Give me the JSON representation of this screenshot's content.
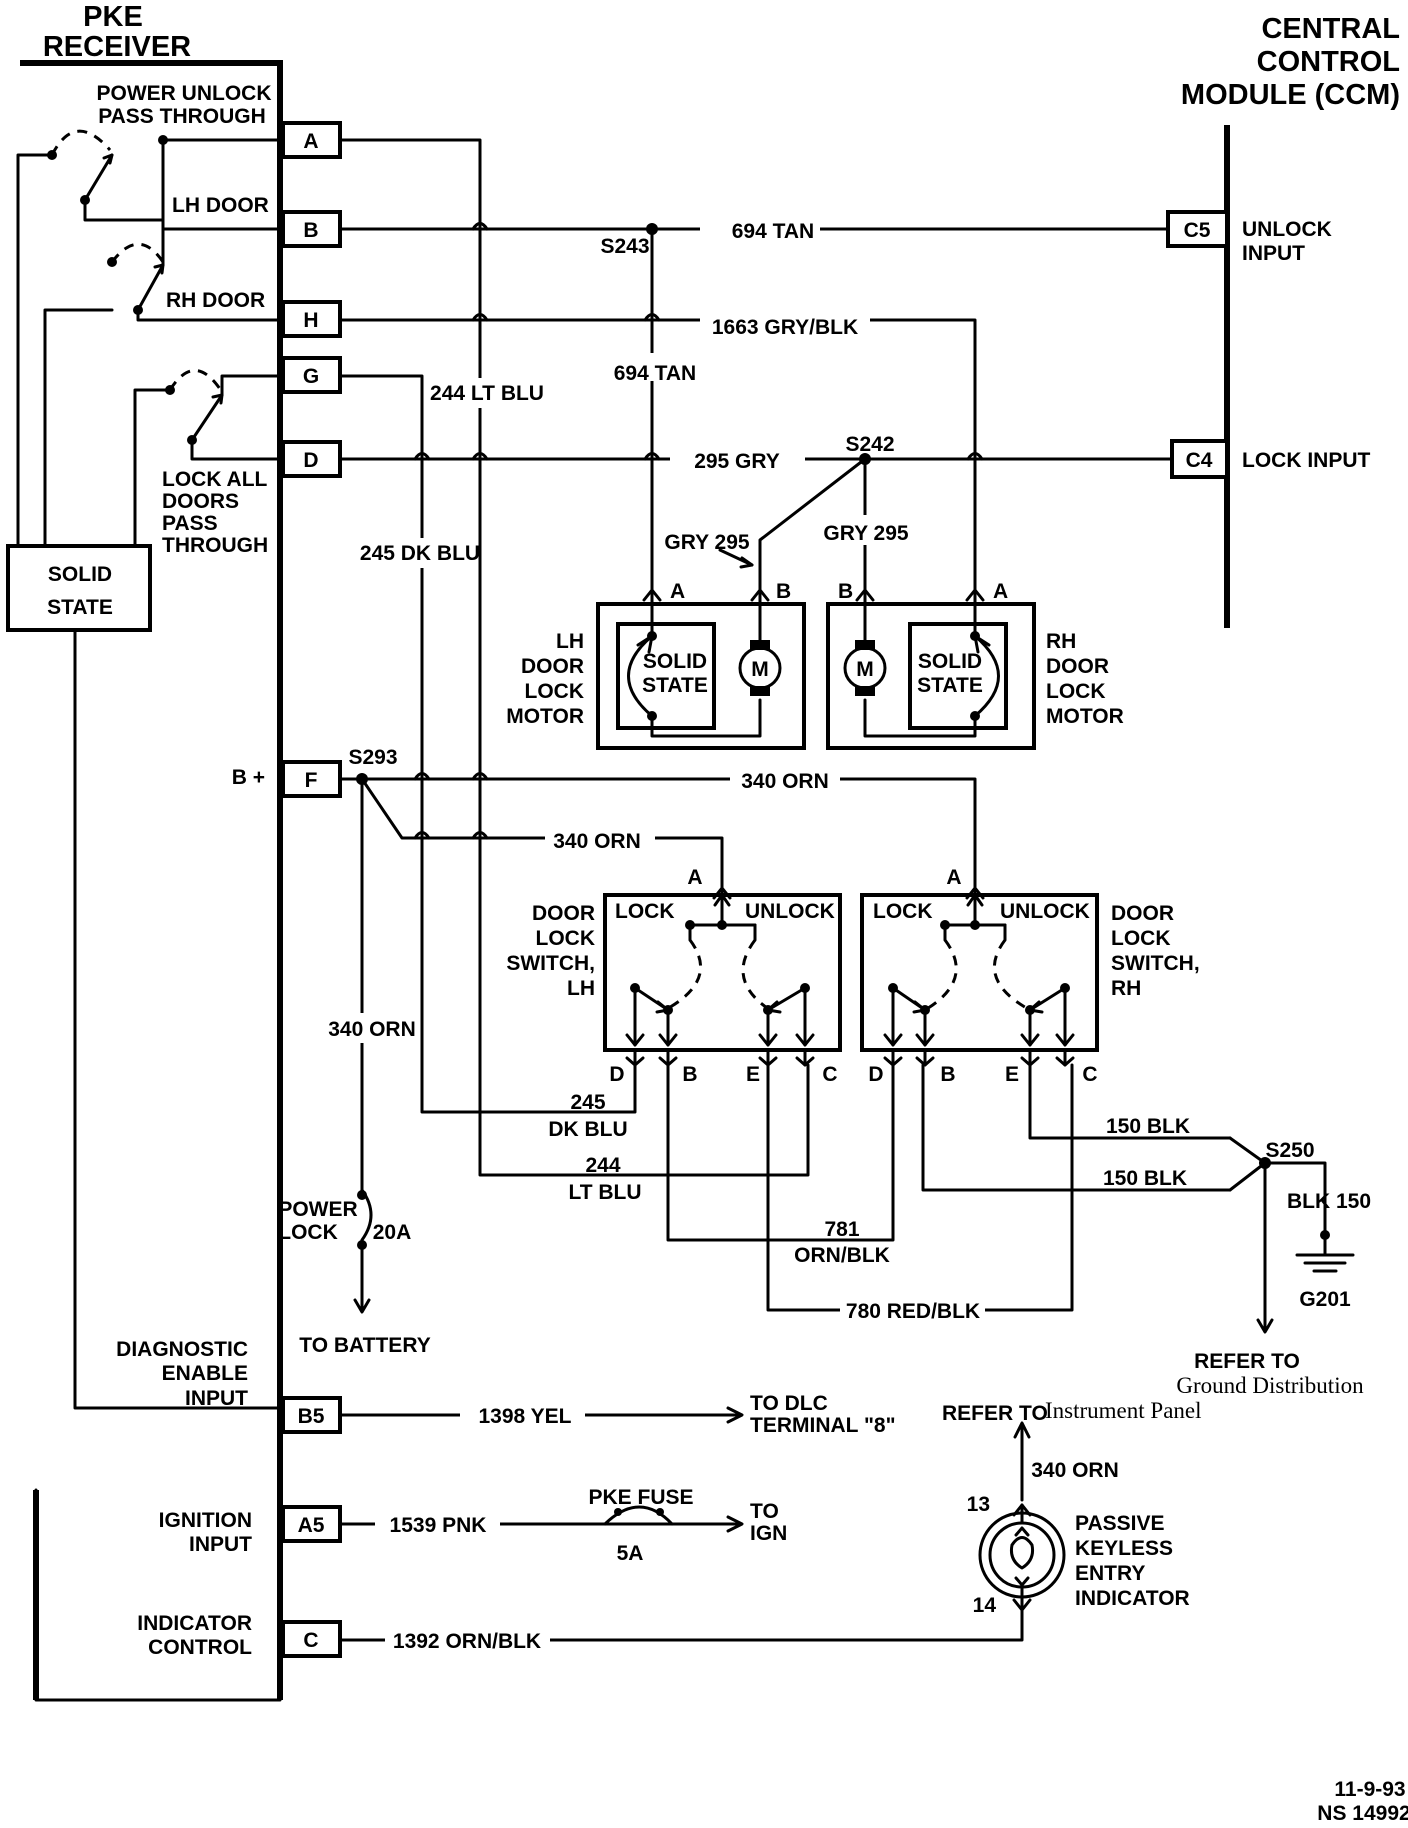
{
  "components": {
    "pke_receiver": {
      "title_1": "PKE",
      "title_2": "RECEIVER"
    },
    "ccm": {
      "title_1": "CENTRAL",
      "title_2": "CONTROL",
      "title_3": "MODULE (CCM)"
    },
    "solid_state_box": {
      "line_1": "SOLID",
      "line_2": "STATE"
    },
    "lh_motor": {
      "line_1": "LH",
      "line_2": "DOOR",
      "line_3": "LOCK",
      "line_4": "MOTOR",
      "inner_1": "SOLID",
      "inner_2": "STATE",
      "motor": "M",
      "pin_a": "A",
      "pin_b": "B"
    },
    "rh_motor": {
      "line_1": "RH",
      "line_2": "DOOR",
      "line_3": "LOCK",
      "line_4": "MOTOR",
      "inner_1": "SOLID",
      "inner_2": "STATE",
      "motor": "M",
      "pin_a": "A",
      "pin_b": "B"
    },
    "lh_switch": {
      "line_1": "DOOR",
      "line_2": "LOCK",
      "line_3": "SWITCH,",
      "line_4": "LH",
      "lock": "LOCK",
      "unlock": "UNLOCK",
      "pin_a": "A",
      "pin_b": "B",
      "pin_c": "C",
      "pin_d": "D",
      "pin_e": "E"
    },
    "rh_switch": {
      "line_1": "DOOR",
      "line_2": "LOCK",
      "line_3": "SWITCH,",
      "line_4": "RH",
      "lock": "LOCK",
      "unlock": "UNLOCK",
      "pin_a": "A",
      "pin_b": "B",
      "pin_c": "C",
      "pin_d": "D",
      "pin_e": "E"
    },
    "pke_indicator": {
      "line_1": "PASSIVE",
      "line_2": "KEYLESS",
      "line_3": "ENTRY",
      "line_4": "INDICATOR",
      "pin_13": "13",
      "pin_14": "14"
    }
  },
  "pke_labels": {
    "power_unlock_1": "POWER UNLOCK",
    "power_unlock_2": "PASS THROUGH",
    "lh_door": "LH DOOR",
    "rh_door": "RH DOOR",
    "lock_all_1": "LOCK ALL",
    "lock_all_2": "DOORS",
    "lock_all_3": "PASS",
    "lock_all_4": "THROUGH",
    "b_plus": "B +",
    "diag_1": "DIAGNOSTIC",
    "diag_2": "ENABLE",
    "diag_3": "INPUT",
    "ign_1": "IGNITION",
    "ign_2": "INPUT",
    "ind_1": "INDICATOR",
    "ind_2": "CONTROL"
  },
  "pke_pins": {
    "a": "A",
    "b": "B",
    "h": "H",
    "g": "G",
    "d": "D",
    "f": "F",
    "b5": "B5",
    "a5": "A5",
    "c": "C"
  },
  "ccm_pins": {
    "c5": "C5",
    "c4": "C4",
    "unlock_1": "UNLOCK",
    "unlock_2": "INPUT",
    "lock": "LOCK INPUT"
  },
  "wires": {
    "w694_top": "694 TAN",
    "w694_v": "694 TAN",
    "w1663": "1663 GRY/BLK",
    "w244_top": "244 LT BLU",
    "w295": "295 GRY",
    "w245_v": "245 DK BLU",
    "gry295_l": "GRY 295",
    "gry295_r": "GRY 295",
    "w340_top": "340 ORN",
    "w340_mid": "340 ORN",
    "w340_v": "340 ORN",
    "w245_bot_1": "245",
    "w245_bot_2": "DK BLU",
    "w244_bot_1": "244",
    "w244_bot_2": "LT BLU",
    "w781_1": "781",
    "w781_2": "ORN/BLK",
    "w780": "780 RED/BLK",
    "w150_a": "150 BLK",
    "w150_b": "150 BLK",
    "blk150": "BLK 150",
    "w1398": "1398 YEL",
    "w1539": "1539 PNK",
    "w1392": "1392 ORN/BLK",
    "w340_ind": "340 ORN"
  },
  "splices": {
    "s243": "S243",
    "s242": "S242",
    "s293": "S293",
    "s250": "S250"
  },
  "misc": {
    "power_lock_1": "POWER",
    "power_lock_2": "LOCK",
    "fuse_20a": "20A",
    "to_battery": "TO BATTERY",
    "to_dlc_1": "TO DLC",
    "to_dlc_2": "TERMINAL \"8\"",
    "pke_fuse": "PKE FUSE",
    "fuse_5a": "5A",
    "to_ign_1": "TO",
    "to_ign_2": "IGN",
    "g201": "G201",
    "refer_gd_1": "REFER TO",
    "refer_gd_2": "Ground Distribution",
    "refer_ip_1": "REFER TO",
    "refer_ip_2": "Instrument Panel",
    "date": "11-9-93",
    "ref_no": "NS 14992"
  }
}
